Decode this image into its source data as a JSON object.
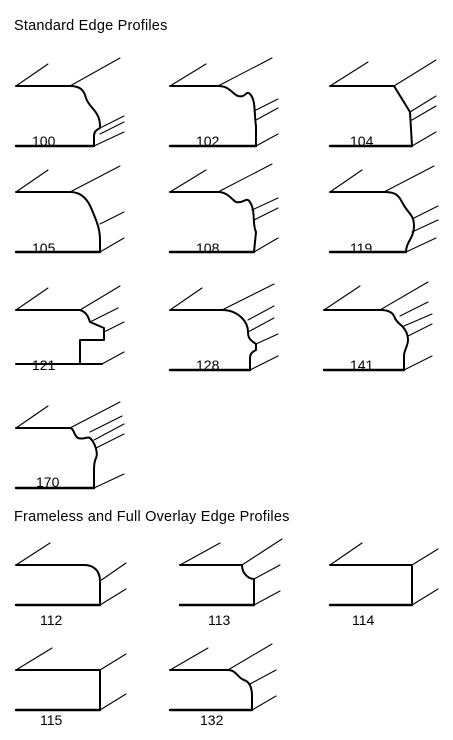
{
  "sections": [
    {
      "title": "Standard Edge Profiles",
      "profiles": [
        {
          "code": "100",
          "shape": "cove-bead"
        },
        {
          "code": "102",
          "shape": "double-cove"
        },
        {
          "code": "104",
          "shape": "bevel"
        },
        {
          "code": "105",
          "shape": "deep-cove"
        },
        {
          "code": "108",
          "shape": "ogee-step"
        },
        {
          "code": "119",
          "shape": "ogee"
        },
        {
          "code": "121",
          "shape": "rabbet"
        },
        {
          "code": "128",
          "shape": "cove-bead-step"
        },
        {
          "code": "141",
          "shape": "bullnose-bead"
        },
        {
          "code": "170",
          "shape": "roman-ogee"
        }
      ]
    },
    {
      "title": "Frameless and Full Overlay Edge Profiles",
      "profiles": [
        {
          "code": "112",
          "shape": "round-over"
        },
        {
          "code": "113",
          "shape": "cove"
        },
        {
          "code": "114",
          "shape": "square"
        },
        {
          "code": "115",
          "shape": "square-eased"
        },
        {
          "code": "132",
          "shape": "cove-bead-small"
        }
      ]
    }
  ],
  "colors": {
    "line": "#000000",
    "background": "#ffffff"
  }
}
